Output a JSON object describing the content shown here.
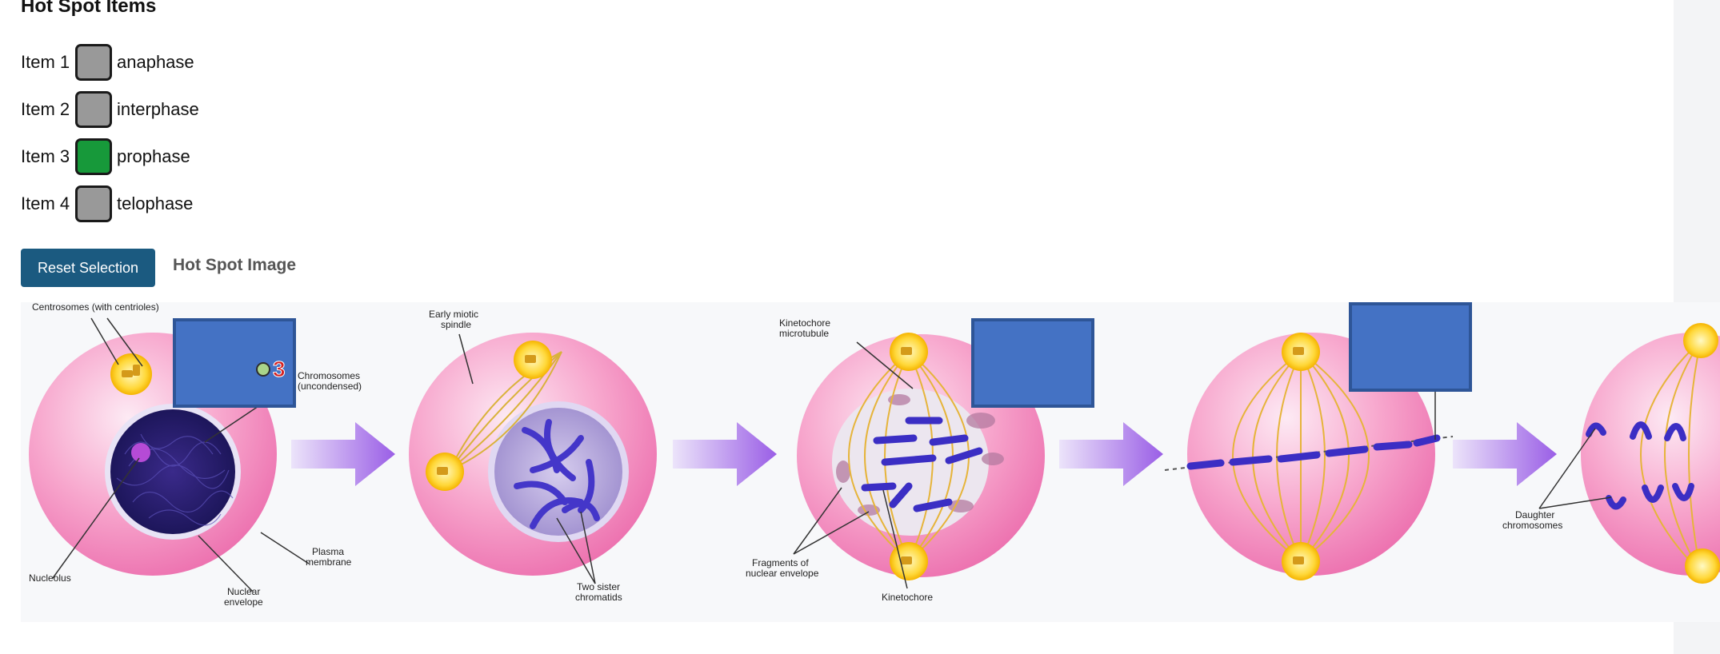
{
  "page": {
    "section_title": "Hot Spot Items",
    "image_heading": "Hot Spot Image",
    "reset_label": "Reset Selection"
  },
  "items": [
    {
      "label": "Item 1",
      "value": "anaphase",
      "selected": false
    },
    {
      "label": "Item 2",
      "value": "interphase",
      "selected": false
    },
    {
      "label": "Item 3",
      "value": "prophase",
      "selected": true
    },
    {
      "label": "Item 4",
      "value": "telophase",
      "selected": false
    }
  ],
  "colors": {
    "box_default": "#999999",
    "box_selected": "#17993a",
    "hotspot_fill": "#4472c4",
    "button": "#1b5a80"
  },
  "diagram": {
    "labels": {
      "centrosomes": "Centrosomes (with centrioles)",
      "chromosomes_1": "Chromosomes",
      "chromosomes_2": "(uncondensed)",
      "nucleolus": "Nucleolus",
      "nuclear_envelope_1": "Nuclear",
      "nuclear_envelope_2": "envelope",
      "plasma_membrane_1": "Plasma",
      "plasma_membrane_2": "membrane",
      "early_spindle_1": "Early miotic",
      "early_spindle_2": "spindle",
      "sister_chromatids_1": "Two sister",
      "sister_chromatids_2": "chromatids",
      "kinetochore_mt_1": "Kinetochore",
      "kinetochore_mt_2": "microtubule",
      "fragments_1": "Fragments of",
      "fragments_2": "nuclear envelope",
      "kinetochore": "Kinetochore",
      "daughter_1": "Daughter",
      "daughter_2": "chromosomes"
    },
    "marker_number": "3"
  }
}
